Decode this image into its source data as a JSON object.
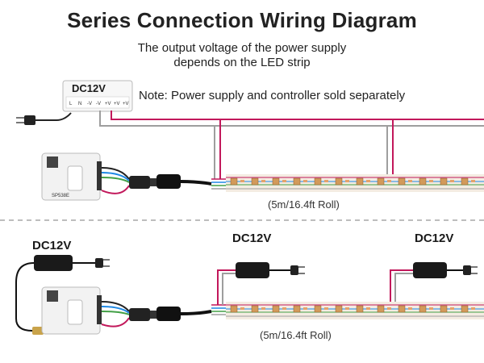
{
  "title": "Series Connection Wiring Diagram",
  "subtitle_line1": "The output voltage of the power supply",
  "subtitle_line2": "depends on the LED strip",
  "note": "Note: Power supply and controller sold separately",
  "psu": {
    "label": "DC12V",
    "terminals": [
      "L",
      "N",
      "-V",
      "-V",
      "+V",
      "+V",
      "+V"
    ]
  },
  "adapters": [
    "DC12V",
    "DC12V",
    "DC12V"
  ],
  "roll_label_top": "(5m/16.4ft Roll)",
  "roll_label_bottom": "(5m/16.4ft Roll)",
  "controller_model": "SP538E",
  "colors": {
    "positive_wire": "#c2185b",
    "negative_wire": "#9e9e9e",
    "data_blue": "#1e88e5",
    "data_green": "#43a047",
    "strip_pcb": "#f4ece2",
    "led_chip": "#d29a5a",
    "divider": "#bdbdbd"
  }
}
